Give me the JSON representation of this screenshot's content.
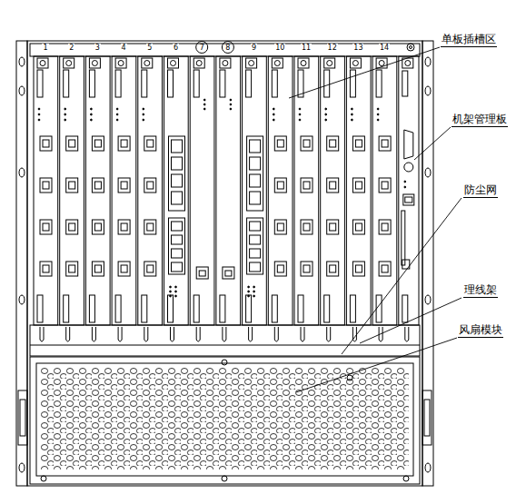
{
  "diagram": {
    "labels": [
      "1",
      "2",
      "3",
      "4",
      "5",
      "6",
      "7",
      "8",
      "9",
      "10",
      "11",
      "12",
      "13",
      "14",
      "单板插槽区",
      "机架管理板",
      "防尘网",
      "理线架",
      "风扇模块"
    ]
  }
}
